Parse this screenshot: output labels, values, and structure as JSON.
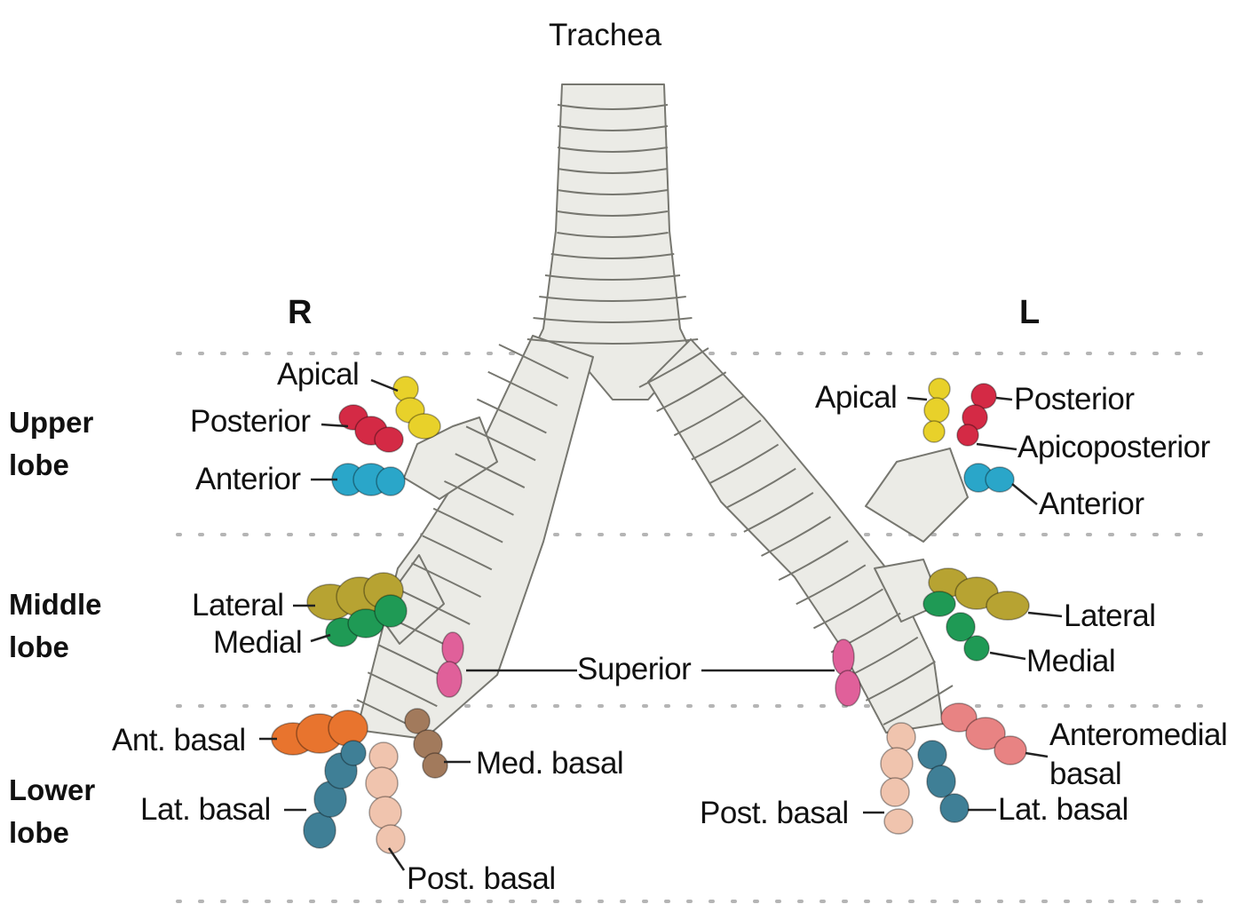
{
  "title": "Trachea",
  "sides": {
    "right": "R",
    "left": "L"
  },
  "lobes": {
    "upper": "Upper\nlobe",
    "middle": "Middle\nlobe",
    "lower": "Lower\nlobe"
  },
  "right_segments": {
    "apical": "Apical",
    "posterior": "Posterior",
    "anterior": "Anterior",
    "lateral": "Lateral",
    "medial": "Medial",
    "ant_basal": "Ant. basal",
    "lat_basal": "Lat. basal",
    "post_basal": "Post. basal",
    "med_basal": "Med. basal"
  },
  "shared": {
    "superior": "Superior"
  },
  "left_segments": {
    "apical": "Apical",
    "posterior": "Posterior",
    "apicoposterior": "Apicoposterior",
    "anterior": "Anterior",
    "lateral": "Lateral",
    "medial": "Medial",
    "anteromedial_basal": "Anteromedial\nbasal",
    "lat_basal": "Lat. basal",
    "post_basal": "Post. basal"
  },
  "colors": {
    "apical": "#e8d12a",
    "posterior": "#d42a45",
    "anterior": "#2aa6c9",
    "lateral": "#b7a332",
    "medial": "#1f9a55",
    "superior": "#e0609a",
    "ant_basal": "#e8742e",
    "lat_basal": "#3f7f96",
    "post_basal": "#f0c4ae",
    "med_basal": "#a27a5c",
    "anteromedial_basal": "#e88383",
    "airway": "#ebebe6",
    "airway_line": "#777770",
    "divider": "#b5b5b5"
  }
}
